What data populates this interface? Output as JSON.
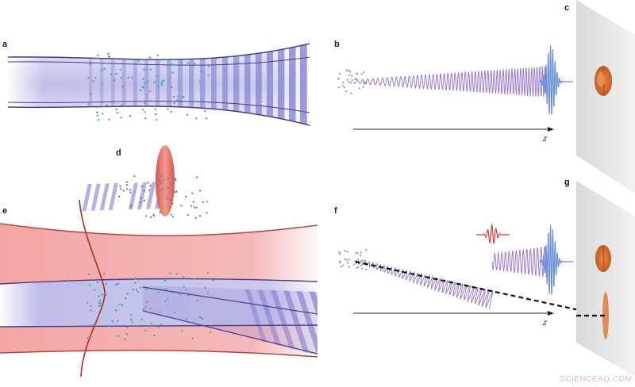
{
  "figure": {
    "panels": {
      "a": "a",
      "b": "b",
      "c": "c",
      "d": "d",
      "e": "e",
      "f": "f",
      "g": "g"
    },
    "axis_label_b": "z",
    "axis_label_f": "z",
    "watermark": "SCIENCEAQ.COM"
  },
  "colors": {
    "blue_beam": "#6e6ec8",
    "beam_edge": "#4b3b86",
    "red_beam": "#f08c8c",
    "red_edge": "#b4463c",
    "dots": "#4f9fbf",
    "wave": "#9b7bd0",
    "pulse": "#6a8fd8",
    "red_pulse": "#d83a3a",
    "orange_spot": "#d8743a",
    "screen": "#e6e6e6"
  }
}
